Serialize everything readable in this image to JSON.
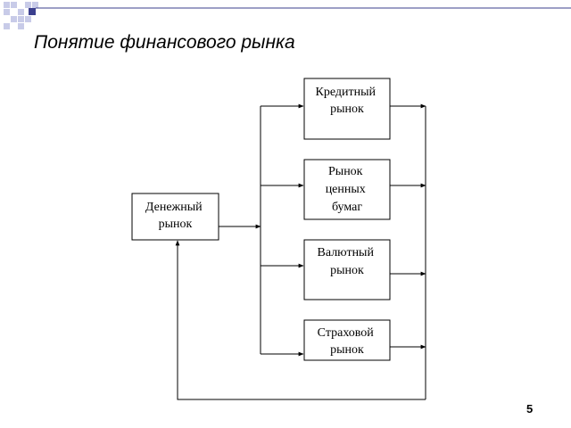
{
  "slide": {
    "title": "Понятие финансового рынка",
    "page_number": "5",
    "colors": {
      "accent_dark": "#3b3f8e",
      "accent_light": "#c8cbe8",
      "line": "#000000"
    }
  },
  "diagram": {
    "source": {
      "lines": [
        "Денежный",
        "рынок"
      ]
    },
    "targets": [
      {
        "lines": [
          "Кредитный",
          "рынок"
        ]
      },
      {
        "lines": [
          "Рынок",
          "ценных",
          "бумаг"
        ]
      },
      {
        "lines": [
          "Валютный",
          "рынок"
        ]
      },
      {
        "lines": [
          "Страховой",
          "рынок"
        ]
      }
    ]
  }
}
